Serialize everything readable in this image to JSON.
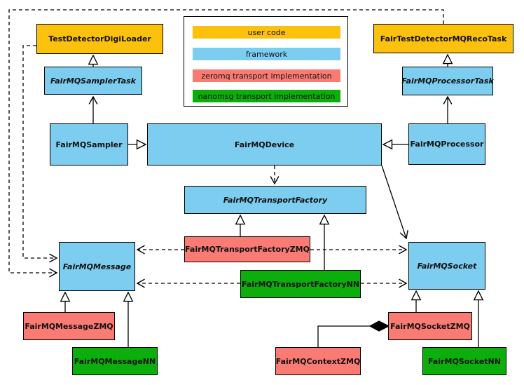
{
  "legend": {
    "items": [
      {
        "label": "user code",
        "color": "#FCC10D"
      },
      {
        "label": "framework",
        "color": "#7DCDF0"
      },
      {
        "label": "zeromq transport implementation",
        "color": "#F97B74"
      },
      {
        "label": "nanomsg transport implementation",
        "color": "#0CAE0C"
      }
    ]
  },
  "nodes": {
    "digiLoader": {
      "label": "TestDetectorDigiLoader",
      "category": "user code",
      "abstract": false
    },
    "recoTask": {
      "label": "FairTestDetectorMQRecoTask",
      "category": "user code",
      "abstract": false
    },
    "samplerTask": {
      "label": "FairMQSamplerTask",
      "category": "framework",
      "abstract": true
    },
    "processorTask": {
      "label": "FairMQProcessorTask",
      "category": "framework",
      "abstract": true
    },
    "sampler": {
      "label": "FairMQSampler",
      "category": "framework",
      "abstract": false
    },
    "device": {
      "label": "FairMQDevice",
      "category": "framework",
      "abstract": false
    },
    "processor": {
      "label": "FairMQProcessor",
      "category": "framework",
      "abstract": false
    },
    "transportFactory": {
      "label": "FairMQTransportFactory",
      "category": "framework",
      "abstract": true
    },
    "transportFactoryZMQ": {
      "label": "FairMQTransportFactoryZMQ",
      "category": "zeromq",
      "abstract": false
    },
    "transportFactoryNN": {
      "label": "FairMQTransportFactoryNN",
      "category": "nanomsg",
      "abstract": false
    },
    "message": {
      "label": "FairMQMessage",
      "category": "framework",
      "abstract": true
    },
    "socket": {
      "label": "FairMQSocket",
      "category": "framework",
      "abstract": true
    },
    "messageZMQ": {
      "label": "FairMQMessageZMQ",
      "category": "zeromq",
      "abstract": false
    },
    "messageNN": {
      "label": "FairMQMessageNN",
      "category": "nanomsg",
      "abstract": false
    },
    "contextZMQ": {
      "label": "FairMQContextZMQ",
      "category": "zeromq",
      "abstract": false
    },
    "socketZMQ": {
      "label": "FairMQSocketZMQ",
      "category": "zeromq",
      "abstract": false
    },
    "socketNN": {
      "label": "FairMQSocketNN",
      "category": "nanomsg",
      "abstract": false
    }
  },
  "edges": [
    {
      "from": "samplerTask",
      "to": "digiLoader",
      "kind": "inheritance"
    },
    {
      "from": "processorTask",
      "to": "recoTask",
      "kind": "inheritance"
    },
    {
      "from": "sampler",
      "to": "samplerTask",
      "kind": "association"
    },
    {
      "from": "processor",
      "to": "processorTask",
      "kind": "association"
    },
    {
      "from": "sampler",
      "to": "device",
      "kind": "inheritance"
    },
    {
      "from": "processor",
      "to": "device",
      "kind": "inheritance"
    },
    {
      "from": "device",
      "to": "transportFactory",
      "kind": "dependency"
    },
    {
      "from": "device",
      "to": "socket",
      "kind": "association"
    },
    {
      "from": "transportFactoryZMQ",
      "to": "transportFactory",
      "kind": "inheritance"
    },
    {
      "from": "transportFactoryNN",
      "to": "transportFactory",
      "kind": "inheritance"
    },
    {
      "from": "transportFactoryZMQ",
      "to": "message",
      "kind": "dependency"
    },
    {
      "from": "transportFactoryZMQ",
      "to": "socket",
      "kind": "dependency"
    },
    {
      "from": "transportFactoryNN",
      "to": "message",
      "kind": "dependency"
    },
    {
      "from": "transportFactoryNN",
      "to": "socket",
      "kind": "dependency"
    },
    {
      "from": "messageZMQ",
      "to": "message",
      "kind": "inheritance"
    },
    {
      "from": "messageNN",
      "to": "message",
      "kind": "inheritance"
    },
    {
      "from": "socketZMQ",
      "to": "socket",
      "kind": "inheritance"
    },
    {
      "from": "socketNN",
      "to": "socket",
      "kind": "inheritance"
    },
    {
      "from": "digiLoader",
      "to": "message",
      "kind": "dependency"
    },
    {
      "from": "recoTask",
      "to": "message",
      "kind": "dependency"
    },
    {
      "from": "contextZMQ",
      "to": "socketZMQ",
      "kind": "composition"
    }
  ],
  "colors": {
    "user_code": "#FCC10D",
    "framework": "#7DCDF0",
    "zeromq": "#F97B74",
    "nanomsg": "#0CAE0C",
    "line": "#000000",
    "background": "#FFFFFF"
  }
}
